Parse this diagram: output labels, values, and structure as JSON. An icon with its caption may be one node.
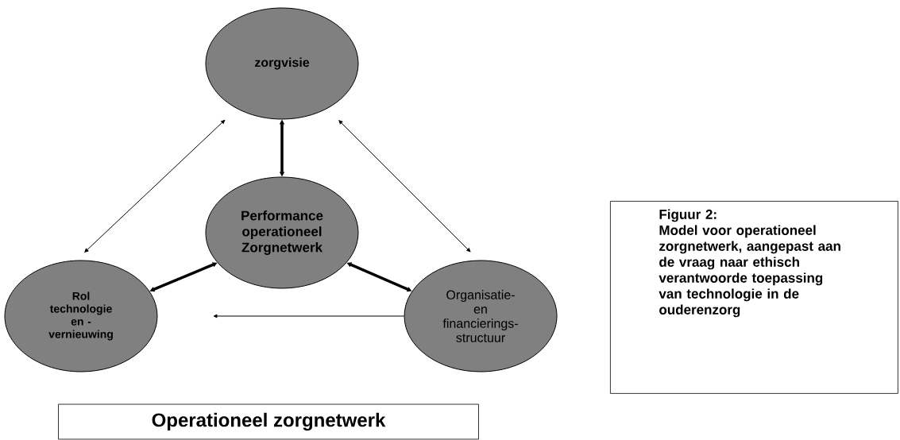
{
  "diagram": {
    "nodes": [
      {
        "text": [
          "zorgvisie"
        ]
      },
      {
        "text": [
          "Performance operationeel Zorgnetwerk"
        ]
      },
      {
        "text": [
          "Rol technologie en - vernieuwing"
        ]
      },
      {
        "text": [
          "Organisatie- en financierings- structuur"
        ]
      },
      {
        "text": [
          "Operationeel zorgnetwerk"
        ]
      },
      {
        "text": [
          "Figuur 2:",
          "Model voor operationeel zorgnetwerk, aangepast aan de vraag naar ethisch verantwoorde toepassing van technologie in de ouderenzorg"
        ]
      }
    ],
    "edges": [
      {
        "from": 0,
        "to": 1,
        "arrow": "both",
        "style": "thick"
      },
      {
        "from": 2,
        "to": 1,
        "arrow": "both",
        "style": "thick"
      },
      {
        "from": 1,
        "to": 3,
        "arrow": "both",
        "style": "thick"
      },
      {
        "from": 2,
        "to": 0,
        "arrow": "both"
      },
      {
        "from": 0,
        "to": 3,
        "arrow": "both"
      },
      {
        "from": 3,
        "to": null,
        "arrow": "to"
      }
    ]
  }
}
